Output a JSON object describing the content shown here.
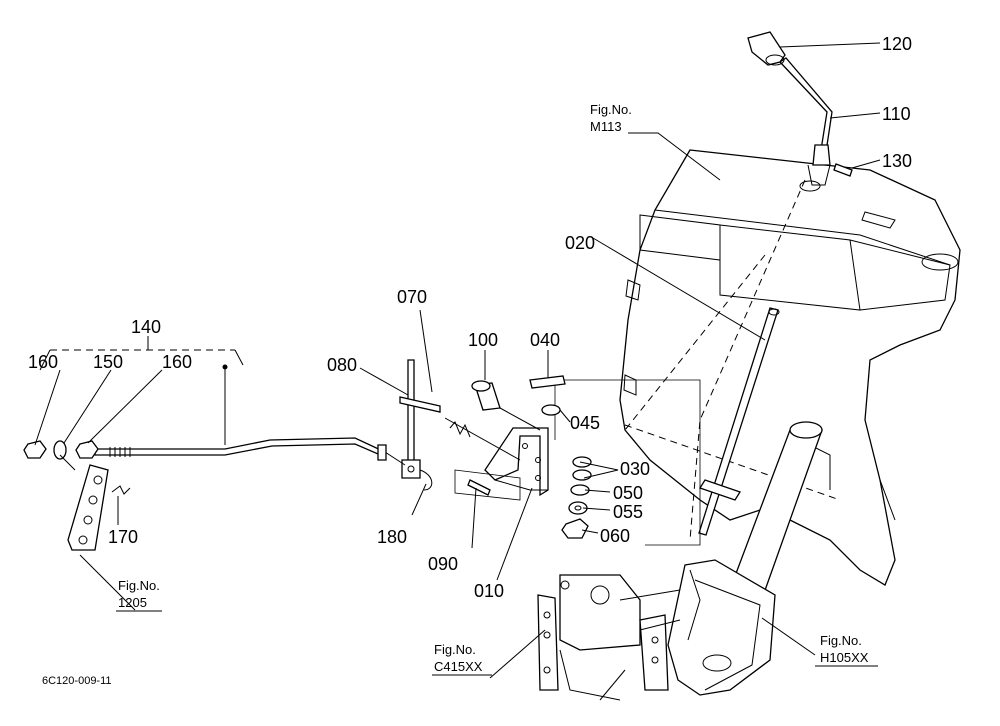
{
  "parts": {
    "p010": "010",
    "p020": "020",
    "p030": "030",
    "p040": "040",
    "p045": "045",
    "p050": "050",
    "p055": "055",
    "p060": "060",
    "p070": "070",
    "p080": "080",
    "p090": "090",
    "p100": "100",
    "p110": "110",
    "p120": "120",
    "p130": "130",
    "p140": "140",
    "p150": "150",
    "p160a": "160",
    "p160b": "160",
    "p170": "170",
    "p180": "180"
  },
  "figrefs": {
    "m113": {
      "label": "Fig.No.",
      "num": "M113"
    },
    "f1205": {
      "label": "Fig.No.",
      "num": "1205"
    },
    "c415": {
      "label": "Fig.No.",
      "num": "C415XX"
    },
    "h105": {
      "label": "Fig.No.",
      "num": "H105XX"
    }
  },
  "drawing_code": "6C120-009-11"
}
